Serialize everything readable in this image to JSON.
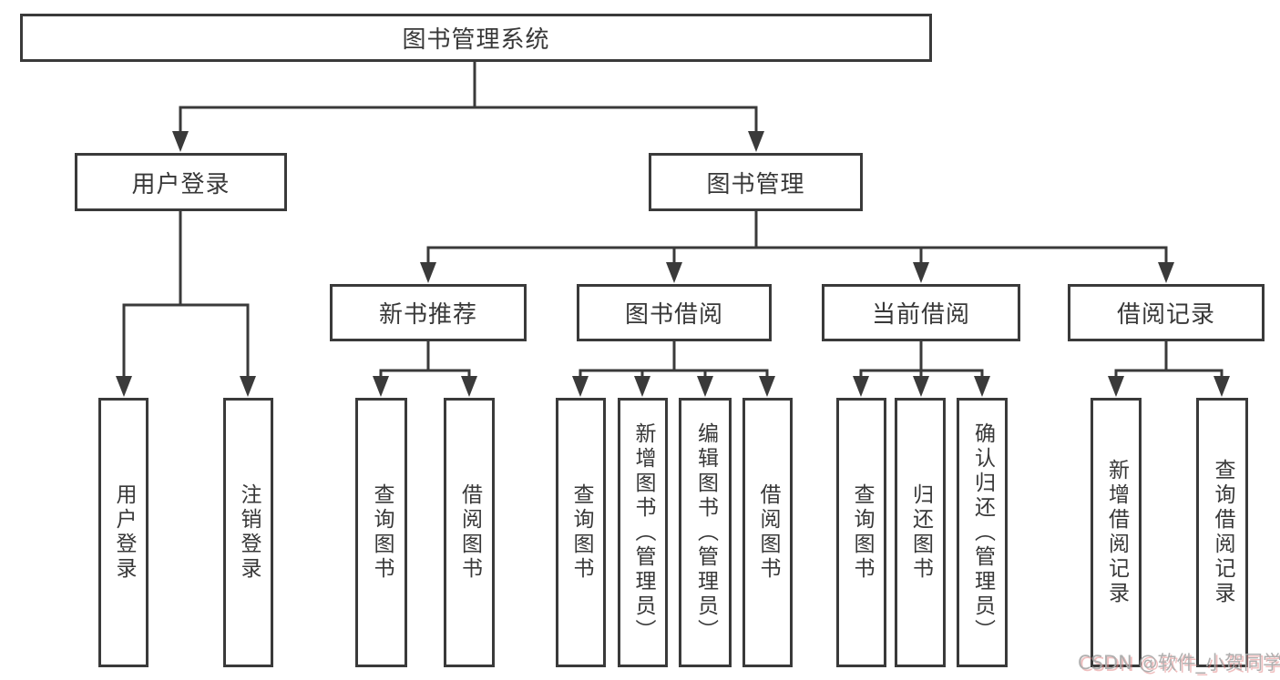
{
  "diagram": {
    "root": {
      "label": "图书管理系统"
    },
    "branches": [
      {
        "label": "用户登录",
        "children": [
          "用户登录",
          "注销登录"
        ]
      },
      {
        "label": "图书管理",
        "children_groups": [
          {
            "label": "新书推荐",
            "children": [
              "查询图书",
              "借阅图书"
            ]
          },
          {
            "label": "图书借阅",
            "children": [
              "查询图书",
              "新增图书（管理员）",
              "编辑图书（管理员）",
              "借阅图书"
            ]
          },
          {
            "label": "当前借阅",
            "children": [
              "查询图书",
              "归还图书",
              "确认归还（管理员）"
            ]
          },
          {
            "label": "借阅记录",
            "children": [
              "新增借阅记录",
              "查询借阅记录"
            ]
          }
        ]
      }
    ]
  },
  "watermark": {
    "text": "CSDN @软件_小贺同学"
  },
  "colors": {
    "line": "#3a3a3a",
    "text": "#383838",
    "background": "#ffffff",
    "watermark": "#a9a9a9"
  }
}
